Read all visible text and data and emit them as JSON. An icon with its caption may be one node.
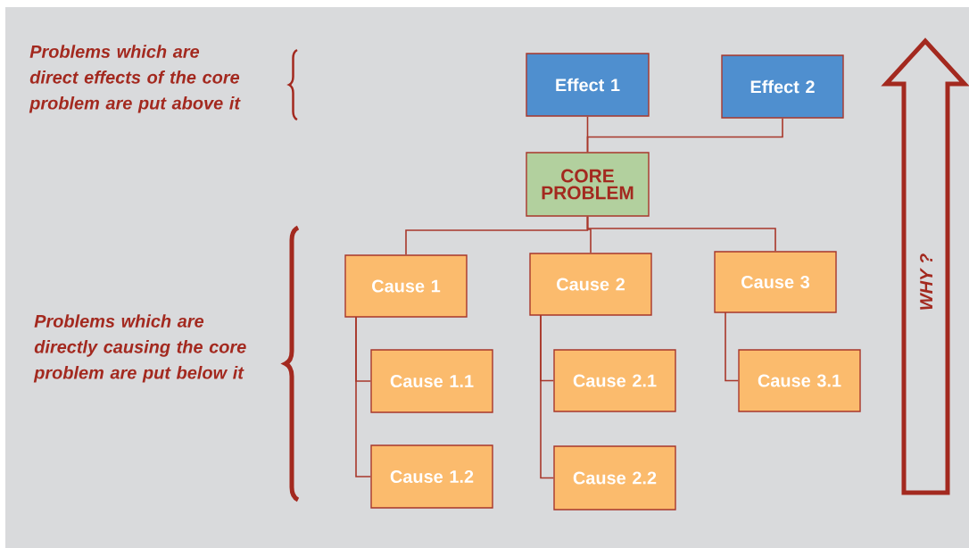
{
  "diagram": {
    "nodes": [
      {
        "text": [
          "Effect 1"
        ]
      },
      {
        "text": [
          "Effect 2"
        ]
      },
      {
        "text": [
          "CORE PROBLEM"
        ]
      },
      {
        "text": [
          "Cause 1"
        ]
      },
      {
        "text": [
          "Cause 2"
        ]
      },
      {
        "text": [
          "Cause 3"
        ]
      },
      {
        "text": [
          "Cause 1.1"
        ]
      },
      {
        "text": [
          "Cause 1.2"
        ]
      },
      {
        "text": [
          "Cause 2.1"
        ]
      },
      {
        "text": [
          "Cause 2.2"
        ]
      },
      {
        "text": [
          "Cause 3.1"
        ]
      },
      {
        "text": [
          "WHY ?"
        ]
      }
    ],
    "edges": [
      {
        "from": 0,
        "to": 2,
        "arrow": "none"
      },
      {
        "from": 1,
        "to": 2,
        "arrow": "none"
      },
      {
        "from": 2,
        "to": 3,
        "arrow": "none"
      },
      {
        "from": 2,
        "to": 4,
        "arrow": "none"
      },
      {
        "from": 2,
        "to": 5,
        "arrow": "none"
      },
      {
        "from": 3,
        "to": 6,
        "arrow": "none"
      },
      {
        "from": 3,
        "to": 7,
        "arrow": "none"
      },
      {
        "from": 4,
        "to": 8,
        "arrow": "none"
      },
      {
        "from": 4,
        "to": 9,
        "arrow": "none"
      },
      {
        "from": 5,
        "to": 10,
        "arrow": "none"
      }
    ],
    "labels": [
      "Problems which are direct effects of the core problem are put above it",
      "Problems which are directly causing the core problem are put below it"
    ]
  }
}
